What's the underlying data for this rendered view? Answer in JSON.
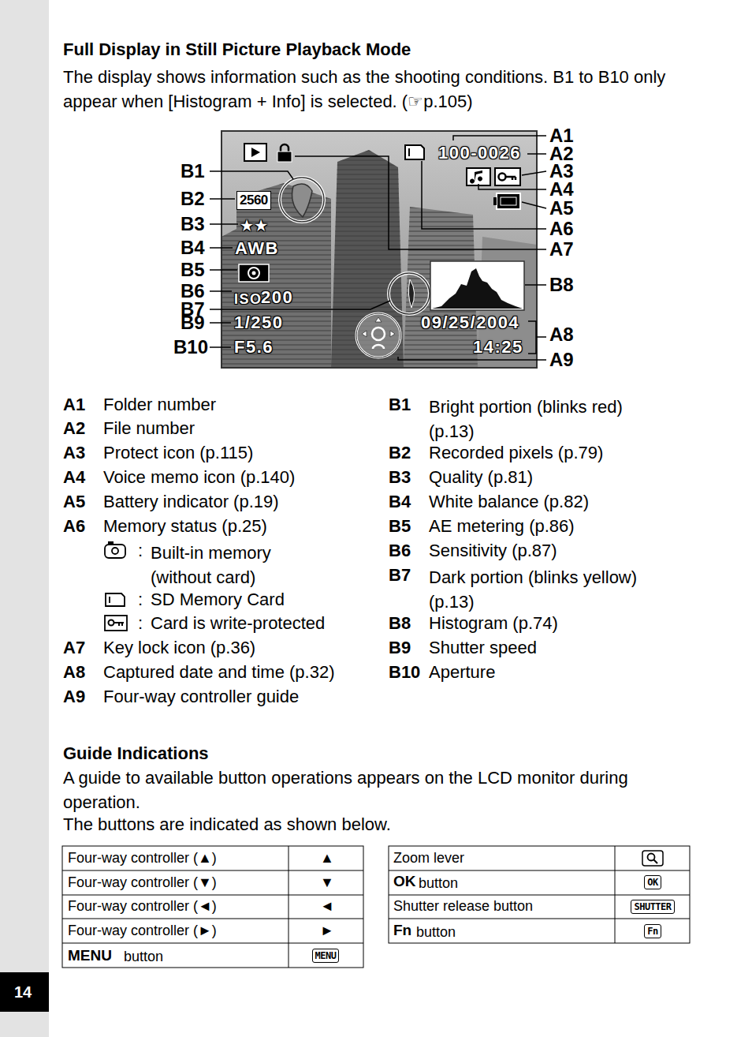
{
  "diagram": {
    "title": "Full Display in Still Picture Playback Mode",
    "nodes": [
      {
        "text": [
          "2560"
        ]
      },
      {
        "text": [
          "MENU"
        ]
      },
      {
        "text": [
          "OK"
        ]
      },
      {
        "text": [
          "SHUTTER"
        ]
      },
      {
        "text": [
          "Fn"
        ]
      }
    ],
    "labels": [
      "The display shows information such as the shooting conditions. B1 to B10 only appear when [Histogram + Info] is selected. (☞p.105)",
      "100-0026",
      "★★",
      "AWB",
      "ISO",
      "200",
      "1/250",
      "F5.6",
      "09/25/2004",
      "14:25",
      "A1",
      "A2",
      "A3",
      "A4",
      "A5",
      "A6",
      "A7",
      "B8",
      "A8",
      "A9",
      "B1",
      "B2",
      "B3",
      "B4",
      "B5",
      "B6",
      "B7",
      "B9",
      "B10",
      "A1",
      "Folder number",
      "A2",
      "File number",
      "A3",
      "Protect icon (p.115)",
      "A4",
      "Voice memo icon (p.140)",
      "A5",
      "Battery indicator (p.19)",
      "A6",
      "Memory status (p.25)",
      ":",
      "Built-in memory (without card)",
      ":",
      "SD Memory Card",
      ":",
      "Card is write-protected",
      "A7",
      "Key lock icon (p.36)",
      "A8",
      "Captured date and time (p.32)",
      "A9",
      "Four-way controller guide",
      "B1",
      "Bright portion (blinks red) (p.13)",
      "B2",
      "Recorded pixels (p.79)",
      "B3",
      "Quality (p.81)",
      "B4",
      "White balance (p.82)",
      "B5",
      "AE metering (p.86)",
      "B6",
      "Sensitivity (p.87)",
      "B7",
      "Dark portion (blinks yellow) (p.13)",
      "B8",
      "Histogram (p.74)",
      "B9",
      "Shutter speed",
      "B10",
      "Aperture",
      "Guide Indications",
      "A guide to available button operations appears on the LCD monitor during operation.",
      "The buttons are indicated as shown below.",
      "Four-way controller (▲)",
      "▲",
      "Four-way controller (▼)",
      "▼",
      "Four-way controller (◄)",
      "◄",
      "Four-way controller (►)",
      "►",
      "MENU",
      "button",
      "Zoom lever",
      "OK",
      "button",
      "Shutter release button",
      "Fn",
      "button",
      "14"
    ]
  }
}
